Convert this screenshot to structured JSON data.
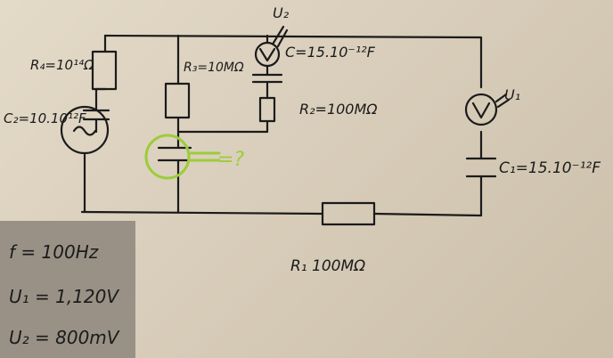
{
  "labels": {
    "r4": "R₄=10¹⁴Ω",
    "c2": "C₂=10.10¹²F",
    "r3": "R₃=10MΩ",
    "u2_top": "U₂",
    "c_top": "C=15.10⁻¹²F",
    "r2": "R₂=100MΩ",
    "u1": "U₁",
    "c1": "C₁=15.10⁻¹²F",
    "r1": "R₁ 100MΩ",
    "question": "=?"
  },
  "given": {
    "f": "f = 100Hz",
    "u1": "U₁ = 1,120V",
    "u2": "U₂ = 800mV"
  },
  "colors": {
    "ink": "#1b1b1b",
    "highlight": "#9ccc3a",
    "paper": "#ddd3c1"
  }
}
